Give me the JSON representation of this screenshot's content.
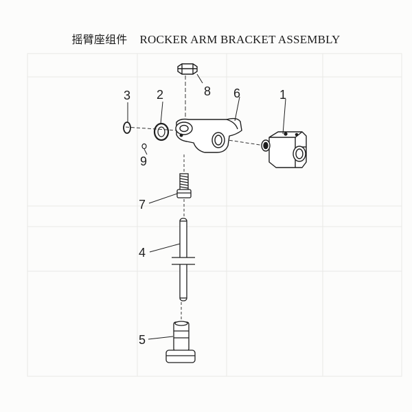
{
  "title": {
    "cn": "摇臂座组件",
    "en": "ROCKER ARM BRACKET ASSEMBLY"
  },
  "callouts": [
    "1",
    "2",
    "3",
    "4",
    "5",
    "6",
    "7",
    "8",
    "9"
  ]
}
